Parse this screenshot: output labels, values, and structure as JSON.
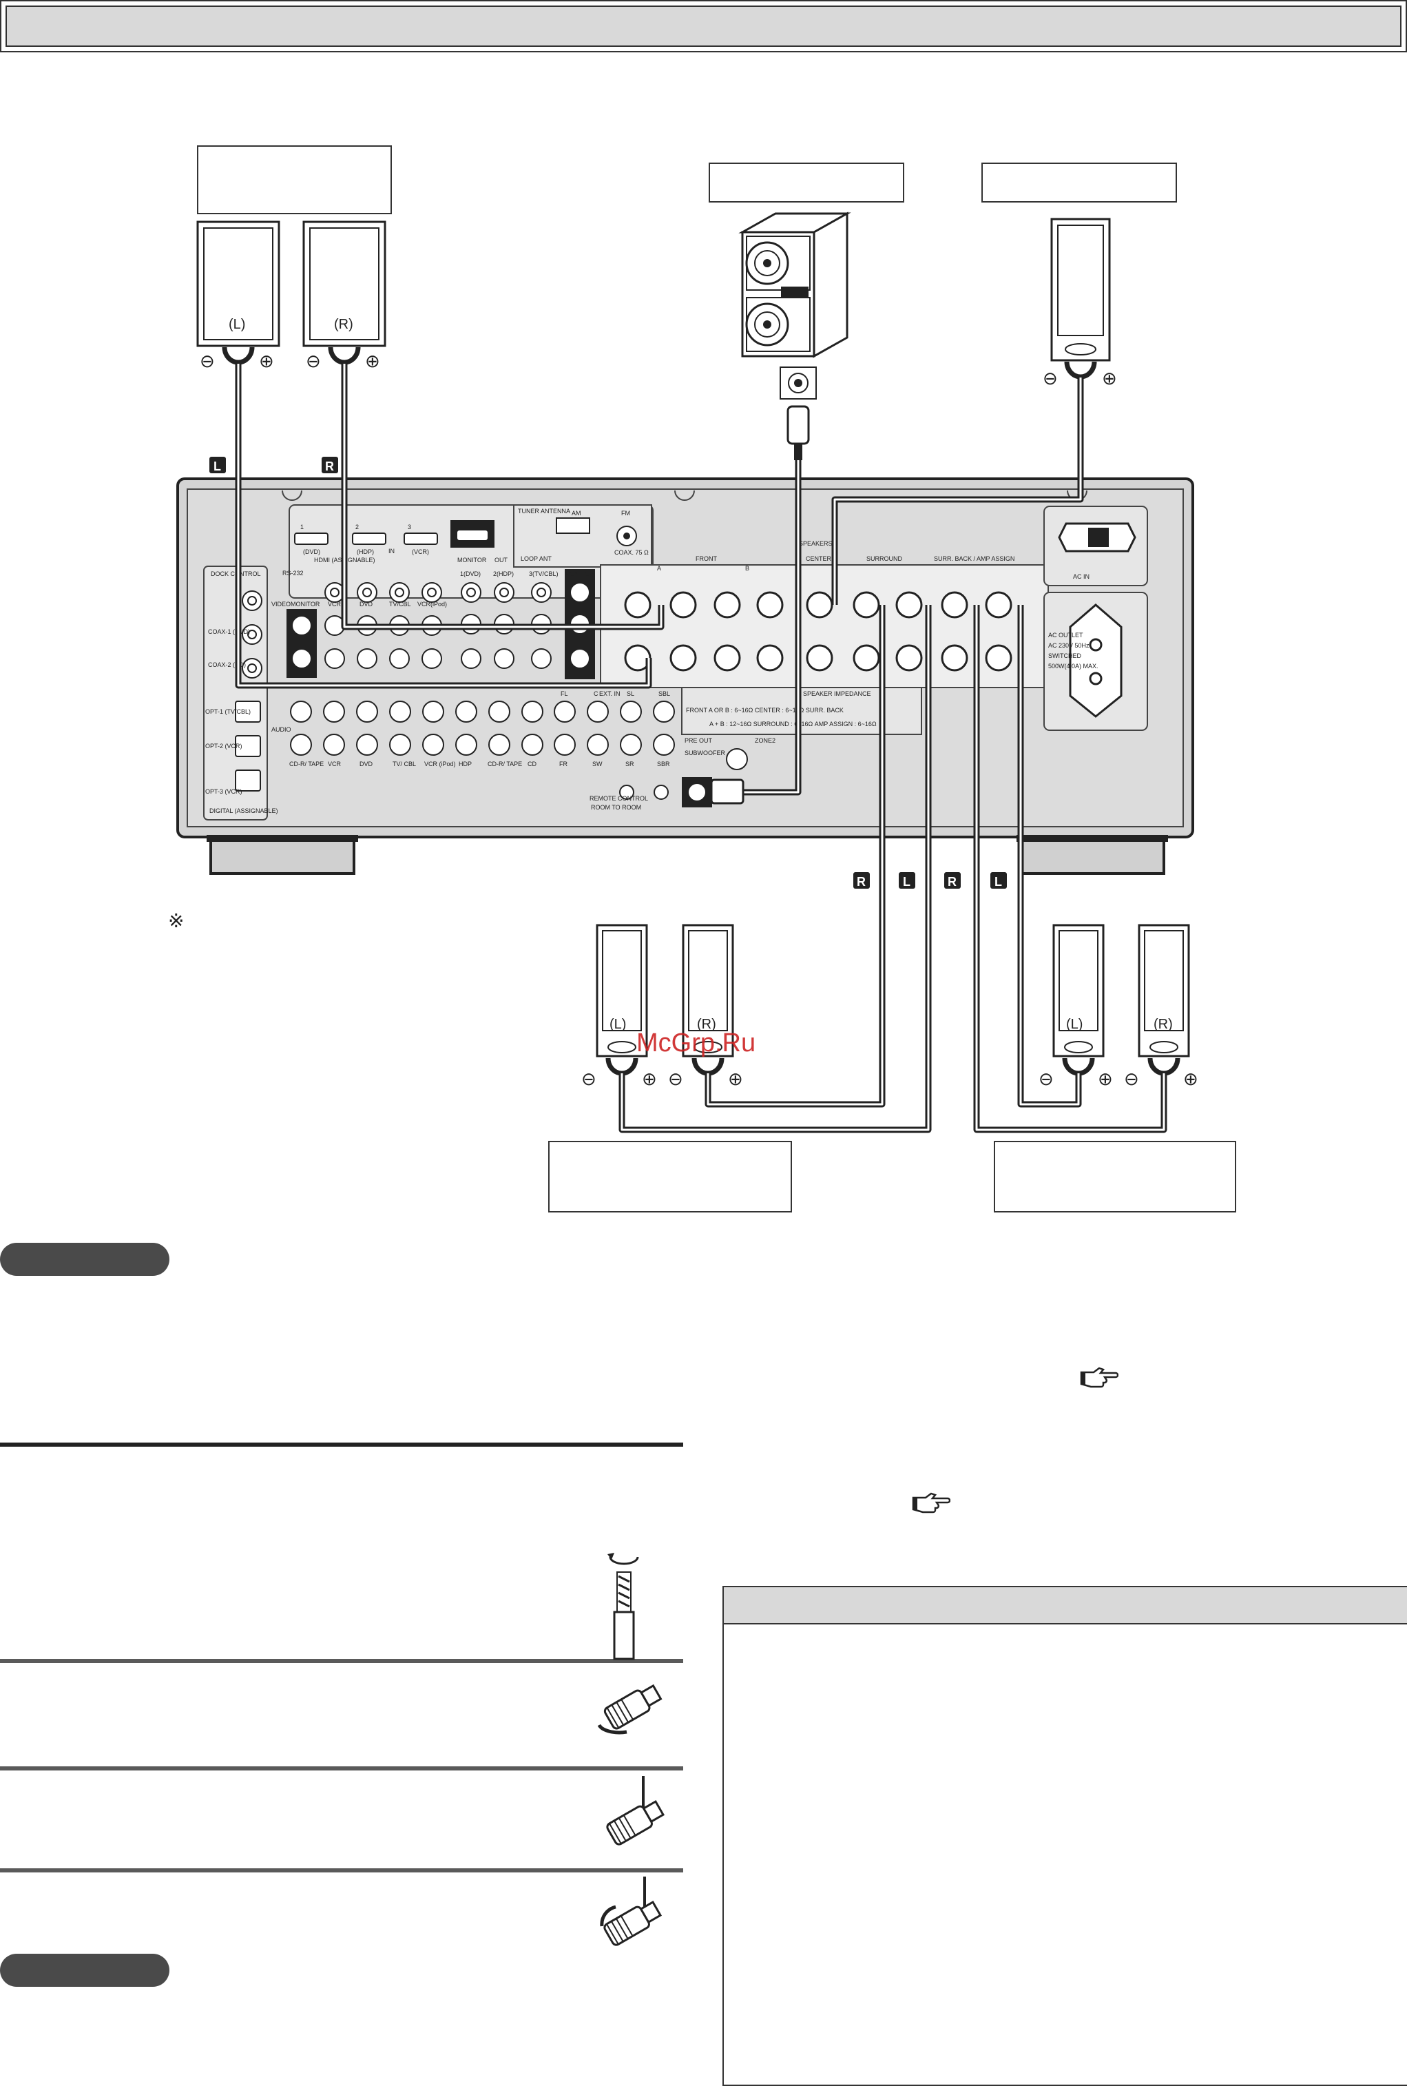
{
  "speaker_labels": {
    "left": "(L)",
    "right": "(R)"
  },
  "channel_badges": {
    "left": "L",
    "right": "R"
  },
  "reference_mark": "※",
  "watermark": "McGrp.Ru",
  "receiver": {
    "panel_labels": {
      "speakers": "SPEAKERS",
      "front": "FRONT",
      "center": "CENTER",
      "surround": "SURROUND",
      "surr_back": "SURR. BACK / AMP ASSIGN",
      "ac_in": "AC IN",
      "ac_outlet": "AC OUTLET",
      "ac_spec": "AC 230V 50Hz",
      "switched": "SWITCHED",
      "max": "500W(4.0A) MAX.",
      "tuner_antenna": "TUNER ANTENNA",
      "am": "AM",
      "fm": "FM",
      "coax": "COAX. 75 Ω",
      "loop_ant": "LOOP ANT",
      "hdmi_1": "1",
      "hdmi_2": "2",
      "hdmi_3": "3",
      "hdmi_dvd": "(DVD)",
      "hdmi_hdp": "(HDP)",
      "hdmi_vcr": "(VCR)",
      "hdmi_in": "HDMI (ASSIGNABLE)",
      "monitor": "MONITOR",
      "out": "OUT",
      "in": "IN",
      "dock_control": "DOCK CONTROL",
      "rs232": "RS-232",
      "video": "VIDEO",
      "monitor_v": "MONITOR",
      "vcr": "VCR",
      "dvd": "DVD",
      "tv_cbl": "TV/CBL",
      "vcr_ipod": "VCR(iPod)",
      "component_1": "1(DVD)",
      "component_2": "2(HDP)",
      "component_3": "3(TV/CBL)",
      "component_mon": "MONITOR",
      "coax1": "COAX-1 (DVD)",
      "coax2": "COAX-2 (CD)",
      "opt1": "OPT-1 (TV/CBL)",
      "opt2": "OPT-2 (VCR)",
      "opt3": "OPT-3 (VCR)",
      "digital": "DIGITAL (ASSIGNABLE)",
      "audio": "AUDIO",
      "cdr_tape": "CD-R/ TAPE",
      "a_vcr": "VCR",
      "a_dvd": "DVD",
      "a_tv": "TV/ CBL",
      "a_vcr_ipod": "VCR (iPod)",
      "a_hdp": "HDP",
      "a_cdr": "CD-R/ TAPE",
      "a_cd": "CD",
      "ext_in": "EXT. IN",
      "fl": "FL",
      "c": "C",
      "sl": "SL",
      "sbl": "SBL",
      "fr": "FR",
      "sw": "SW",
      "sr": "SR",
      "sbr": "SBR",
      "speaker_impedance": "SPEAKER IMPEDANCE",
      "imp_line1": "FRONT  A OR B : 6~16Ω   CENTER : 6~16Ω   SURR. BACK",
      "imp_line2": "A + B : 12~16Ω   SURROUND : 6~16Ω   AMP ASSIGN : 6~16Ω",
      "pre_out": "PRE OUT",
      "subwoofer": "SUBWOOFER",
      "zone2": "ZONE2",
      "remote_control": "REMOTE CONTROL",
      "room_to_room": "ROOM TO ROOM",
      "a_mark": "A",
      "b_mark": "B"
    }
  }
}
